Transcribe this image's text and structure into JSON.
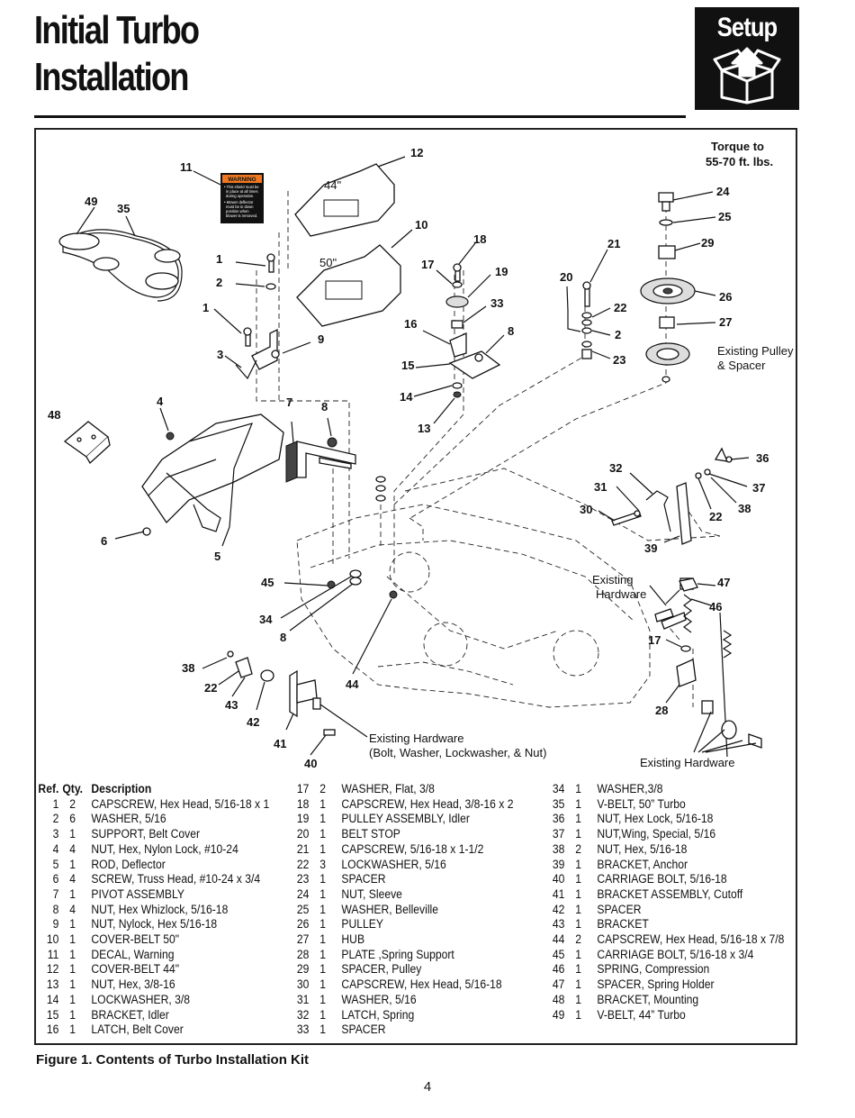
{
  "header": {
    "title_line1": "Initial Turbo",
    "title_line2": "Installation",
    "section_tab": "Setup"
  },
  "icons": {
    "section_icon": "open-box-up-arrow-icon"
  },
  "diagram": {
    "callouts": {
      "c11": "11",
      "c12": "12",
      "c49": "49",
      "c35": "35",
      "c10": "10",
      "c1a": "1",
      "c2a": "2",
      "c1b": "1",
      "c9": "9",
      "c3": "3",
      "c18": "18",
      "c17a": "17",
      "c19": "19",
      "c33": "33",
      "c16": "16",
      "c8a": "8",
      "c15": "15",
      "c14": "14",
      "c13": "13",
      "c21": "21",
      "c20": "20",
      "c22a": "22",
      "c2b": "2",
      "c23": "23",
      "c24": "24",
      "c25": "25",
      "c29": "29",
      "c26": "26",
      "c27": "27",
      "c4": "4",
      "c48": "48",
      "c7": "7",
      "c8b": "8",
      "c6": "6",
      "c5": "5",
      "c36": "36",
      "c32": "32",
      "c31": "31",
      "c37": "37",
      "c30": "30",
      "c22b": "22",
      "c38a": "38",
      "c39": "39",
      "c47": "47",
      "c46": "46",
      "c17b": "17",
      "c28": "28",
      "c45": "45",
      "c34": "34",
      "c8c": "8",
      "c44": "44",
      "c38b": "38",
      "c22c": "22",
      "c43": "43",
      "c42": "42",
      "c41": "41",
      "c40": "40"
    },
    "labels": {
      "cover_44": "44\"",
      "cover_50": "50\"",
      "torque_line1": "Torque to",
      "torque_line2": "55-70 ft. lbs.",
      "existing_pulley_line1": "Existing Pulley",
      "existing_pulley_line2": "& Spacer",
      "existing_hw_a_line1": "Existing",
      "existing_hw_a_line2": "Hardware",
      "existing_hw_b_line1": "Existing Hardware",
      "existing_hw_b_line2": "(Bolt, Washer, Lockwasher, & Nut)",
      "existing_hw_c": "Existing Hardware",
      "decal_title": "WARNING",
      "decal_line1": "• This shield must be",
      "decal_line2": "in place at all times",
      "decal_line3": "during operation.",
      "decal_line4": "• Mower deflector",
      "decal_line5": "must be in down",
      "decal_line6": "position when",
      "decal_line7": "blower is removed."
    }
  },
  "parts_list": {
    "headers": {
      "ref": "Ref.",
      "qty": "Qty.",
      "desc": "Description"
    },
    "col1": [
      {
        "ref": "1",
        "qty": "2",
        "desc": "CAPSCREW, Hex Head, 5/16-18 x 1"
      },
      {
        "ref": "2",
        "qty": "6",
        "desc": "WASHER, 5/16"
      },
      {
        "ref": "3",
        "qty": "1",
        "desc": "SUPPORT, Belt Cover"
      },
      {
        "ref": "4",
        "qty": "4",
        "desc": "NUT, Hex, Nylon Lock, #10-24"
      },
      {
        "ref": "5",
        "qty": "1",
        "desc": "ROD, Deflector"
      },
      {
        "ref": "6",
        "qty": "4",
        "desc": "SCREW, Truss Head, #10-24 x 3/4"
      },
      {
        "ref": "7",
        "qty": "1",
        "desc": "PIVOT ASSEMBLY"
      },
      {
        "ref": "8",
        "qty": "4",
        "desc": "NUT, Hex Whizlock, 5/16-18"
      },
      {
        "ref": "9",
        "qty": "1",
        "desc": "NUT, Nylock, Hex 5/16-18"
      },
      {
        "ref": "10",
        "qty": "1",
        "desc": "COVER-BELT 50\""
      },
      {
        "ref": "11",
        "qty": "1",
        "desc": "DECAL, Warning"
      },
      {
        "ref": "12",
        "qty": "1",
        "desc": "COVER-BELT 44\""
      },
      {
        "ref": "13",
        "qty": "1",
        "desc": "NUT, Hex, 3/8-16"
      },
      {
        "ref": "14",
        "qty": "1",
        "desc": "LOCKWASHER, 3/8"
      },
      {
        "ref": "15",
        "qty": "1",
        "desc": "BRACKET, Idler"
      },
      {
        "ref": "16",
        "qty": "1",
        "desc": "LATCH, Belt Cover"
      }
    ],
    "col2": [
      {
        "ref": "17",
        "qty": "2",
        "desc": "WASHER, Flat, 3/8"
      },
      {
        "ref": "18",
        "qty": "1",
        "desc": "CAPSCREW, Hex Head, 3/8-16 x 2"
      },
      {
        "ref": "19",
        "qty": "1",
        "desc": "PULLEY ASSEMBLY, Idler"
      },
      {
        "ref": "20",
        "qty": "1",
        "desc": "BELT STOP"
      },
      {
        "ref": "21",
        "qty": "1",
        "desc": "CAPSCREW, 5/16-18 x 1-1/2"
      },
      {
        "ref": "22",
        "qty": "3",
        "desc": "LOCKWASHER, 5/16"
      },
      {
        "ref": "23",
        "qty": "1",
        "desc": "SPACER"
      },
      {
        "ref": "24",
        "qty": "1",
        "desc": "NUT, Sleeve"
      },
      {
        "ref": "25",
        "qty": "1",
        "desc": "WASHER, Belleville"
      },
      {
        "ref": "26",
        "qty": "1",
        "desc": "PULLEY"
      },
      {
        "ref": "27",
        "qty": "1",
        "desc": "HUB"
      },
      {
        "ref": "28",
        "qty": "1",
        "desc": "PLATE ,Spring Support"
      },
      {
        "ref": "29",
        "qty": "1",
        "desc": "SPACER, Pulley"
      },
      {
        "ref": "30",
        "qty": "1",
        "desc": "CAPSCREW, Hex Head, 5/16-18"
      },
      {
        "ref": "31",
        "qty": "1",
        "desc": "WASHER, 5/16"
      },
      {
        "ref": "32",
        "qty": "1",
        "desc": "LATCH, Spring"
      },
      {
        "ref": "33",
        "qty": "1",
        "desc": "SPACER"
      }
    ],
    "col3": [
      {
        "ref": "34",
        "qty": "1",
        "desc": "WASHER,3/8"
      },
      {
        "ref": "35",
        "qty": "1",
        "desc": "V-BELT, 50” Turbo"
      },
      {
        "ref": "36",
        "qty": "1",
        "desc": "NUT, Hex Lock, 5/16-18"
      },
      {
        "ref": "37",
        "qty": "1",
        "desc": "NUT,Wing, Special, 5/16"
      },
      {
        "ref": "38",
        "qty": "2",
        "desc": "NUT, Hex, 5/16-18"
      },
      {
        "ref": "39",
        "qty": "1",
        "desc": "BRACKET, Anchor"
      },
      {
        "ref": "40",
        "qty": "1",
        "desc": "CARRIAGE BOLT, 5/16-18"
      },
      {
        "ref": "41",
        "qty": "1",
        "desc": "BRACKET ASSEMBLY, Cutoff"
      },
      {
        "ref": "42",
        "qty": "1",
        "desc": "SPACER"
      },
      {
        "ref": "43",
        "qty": "1",
        "desc": "BRACKET"
      },
      {
        "ref": "44",
        "qty": "2",
        "desc": "CAPSCREW, Hex Head, 5/16-18 x 7/8"
      },
      {
        "ref": "45",
        "qty": "1",
        "desc": "CARRIAGE BOLT, 5/16-18 x 3/4"
      },
      {
        "ref": "46",
        "qty": "1",
        "desc": "SPRING, Compression"
      },
      {
        "ref": "47",
        "qty": "1",
        "desc": "SPACER, Spring Holder"
      },
      {
        "ref": "48",
        "qty": "1",
        "desc": "BRACKET, Mounting"
      },
      {
        "ref": "49",
        "qty": "1",
        "desc": "V-BELT, 44” Turbo"
      }
    ]
  },
  "caption": "Figure 1.  Contents of Turbo Installation Kit",
  "page_number": "4"
}
